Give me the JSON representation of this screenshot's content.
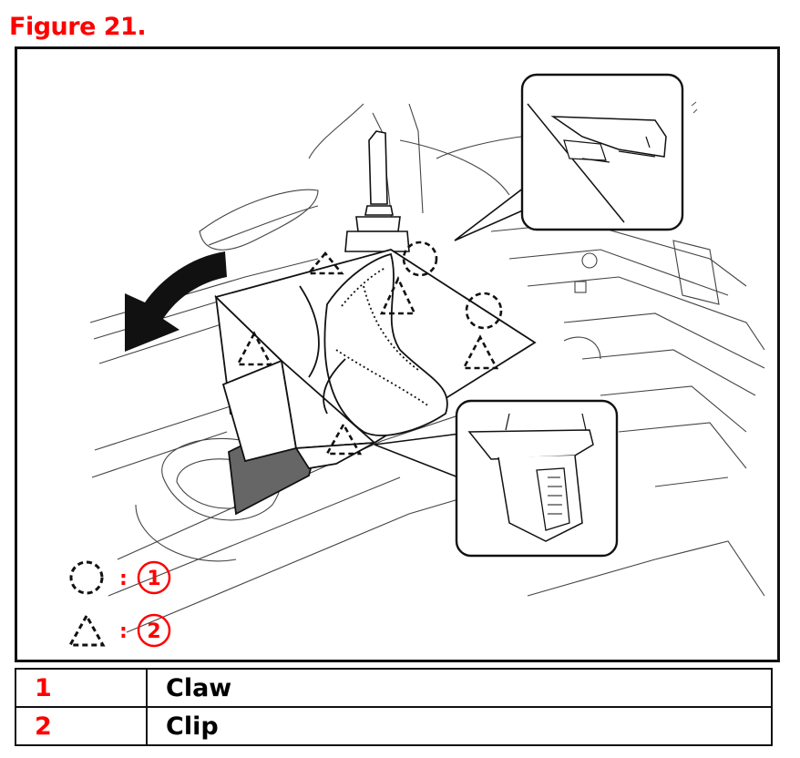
{
  "figure": {
    "title": "Figure 21."
  },
  "callouts": [
    {
      "symbol": "dashed-circle",
      "number": "1"
    },
    {
      "symbol": "dashed-triangle",
      "number": "2"
    }
  ],
  "legend": {
    "rows": [
      {
        "number": "1",
        "label": "Claw"
      },
      {
        "number": "2",
        "label": "Clip"
      }
    ]
  },
  "colors": {
    "accent": "#ff0000",
    "line": "#111111"
  }
}
